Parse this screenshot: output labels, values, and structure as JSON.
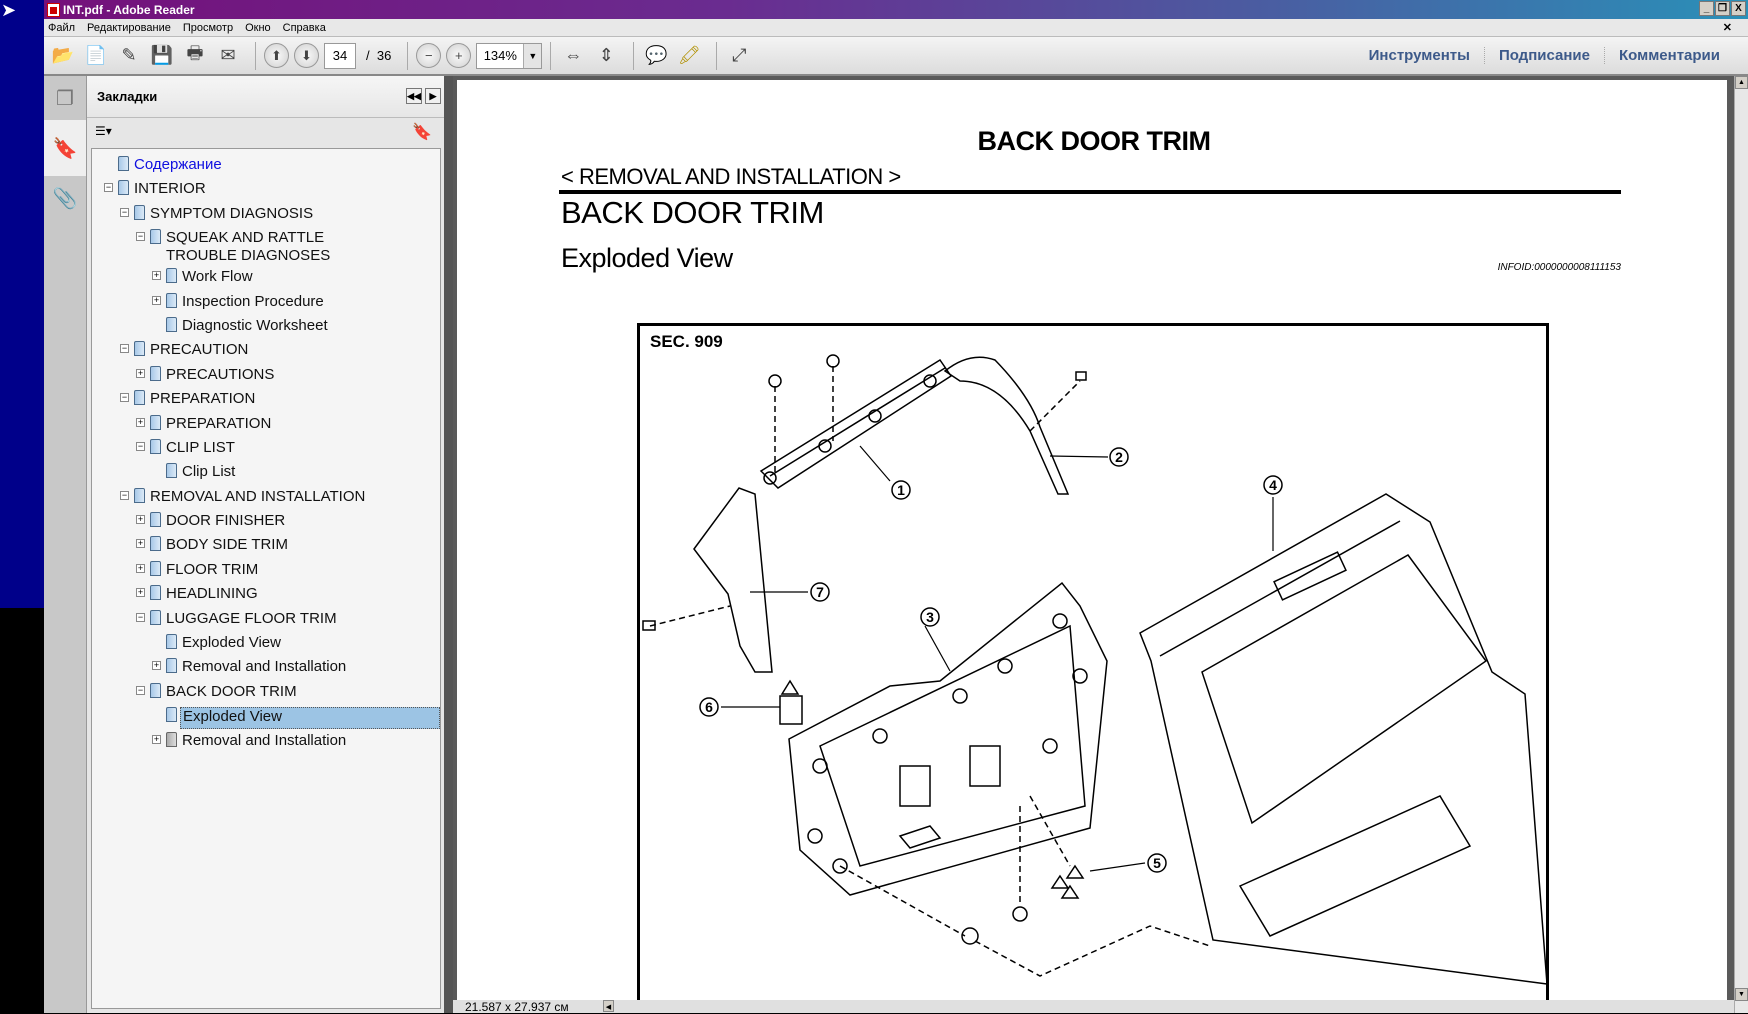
{
  "window": {
    "title": "INT.pdf - Adobe Reader",
    "controls": [
      "_",
      "❐",
      "X"
    ]
  },
  "menu": [
    "Файл",
    "Редактирование",
    "Просмотр",
    "Окно",
    "Справка"
  ],
  "toolbar": {
    "current_page": "34",
    "page_sep": "/",
    "total_pages": "36",
    "zoom": "134%"
  },
  "right_links": [
    "Инструменты",
    "Подписание",
    "Комментарии"
  ],
  "panel": {
    "title": "Закладки"
  },
  "bookmarks": [
    {
      "label": "Содержание",
      "level": 0,
      "exp": "",
      "link": true
    },
    {
      "label": "INTERIOR",
      "level": 0,
      "exp": "-"
    },
    {
      "label": "SYMPTOM DIAGNOSIS",
      "level": 1,
      "exp": "-"
    },
    {
      "label": "SQUEAK AND RATTLE TROUBLE DIAGNOSES",
      "level": 2,
      "exp": "-",
      "wrap": true
    },
    {
      "label": "Work Flow",
      "level": 3,
      "exp": "+"
    },
    {
      "label": "Inspection Procedure",
      "level": 3,
      "exp": "+"
    },
    {
      "label": "Diagnostic Worksheet",
      "level": 3,
      "exp": ""
    },
    {
      "label": "PRECAUTION",
      "level": 1,
      "exp": "-"
    },
    {
      "label": "PRECAUTIONS",
      "level": 2,
      "exp": "+"
    },
    {
      "label": "PREPARATION",
      "level": 1,
      "exp": "-"
    },
    {
      "label": "PREPARATION",
      "level": 2,
      "exp": "+"
    },
    {
      "label": "CLIP LIST",
      "level": 2,
      "exp": "-"
    },
    {
      "label": "Clip List",
      "level": 3,
      "exp": ""
    },
    {
      "label": "REMOVAL AND INSTALLATION",
      "level": 1,
      "exp": "-"
    },
    {
      "label": "DOOR FINISHER",
      "level": 2,
      "exp": "+"
    },
    {
      "label": "BODY SIDE TRIM",
      "level": 2,
      "exp": "+"
    },
    {
      "label": "FLOOR TRIM",
      "level": 2,
      "exp": "+"
    },
    {
      "label": "HEADLINING",
      "level": 2,
      "exp": "+"
    },
    {
      "label": "LUGGAGE FLOOR TRIM",
      "level": 2,
      "exp": "-"
    },
    {
      "label": "Exploded View",
      "level": 3,
      "exp": ""
    },
    {
      "label": "Removal and Installation",
      "level": 3,
      "exp": "+"
    },
    {
      "label": "BACK DOOR TRIM",
      "level": 2,
      "exp": "-"
    },
    {
      "label": "Exploded View",
      "level": 3,
      "exp": "",
      "selected": true
    },
    {
      "label": "Removal and Installation",
      "level": 3,
      "exp": "+",
      "gray": true
    }
  ],
  "document": {
    "header": "BACK DOOR TRIM",
    "section": "< REMOVAL AND INSTALLATION >",
    "title": "BACK DOOR TRIM",
    "subtitle": "Exploded View",
    "infoid": "INFOID:0000000008111153",
    "figure": {
      "sec": "SEC. 909",
      "callouts": [
        "1",
        "2",
        "3",
        "4",
        "5",
        "6",
        "7"
      ]
    }
  },
  "status": {
    "page_size": "21.587 x 27.937 см"
  }
}
